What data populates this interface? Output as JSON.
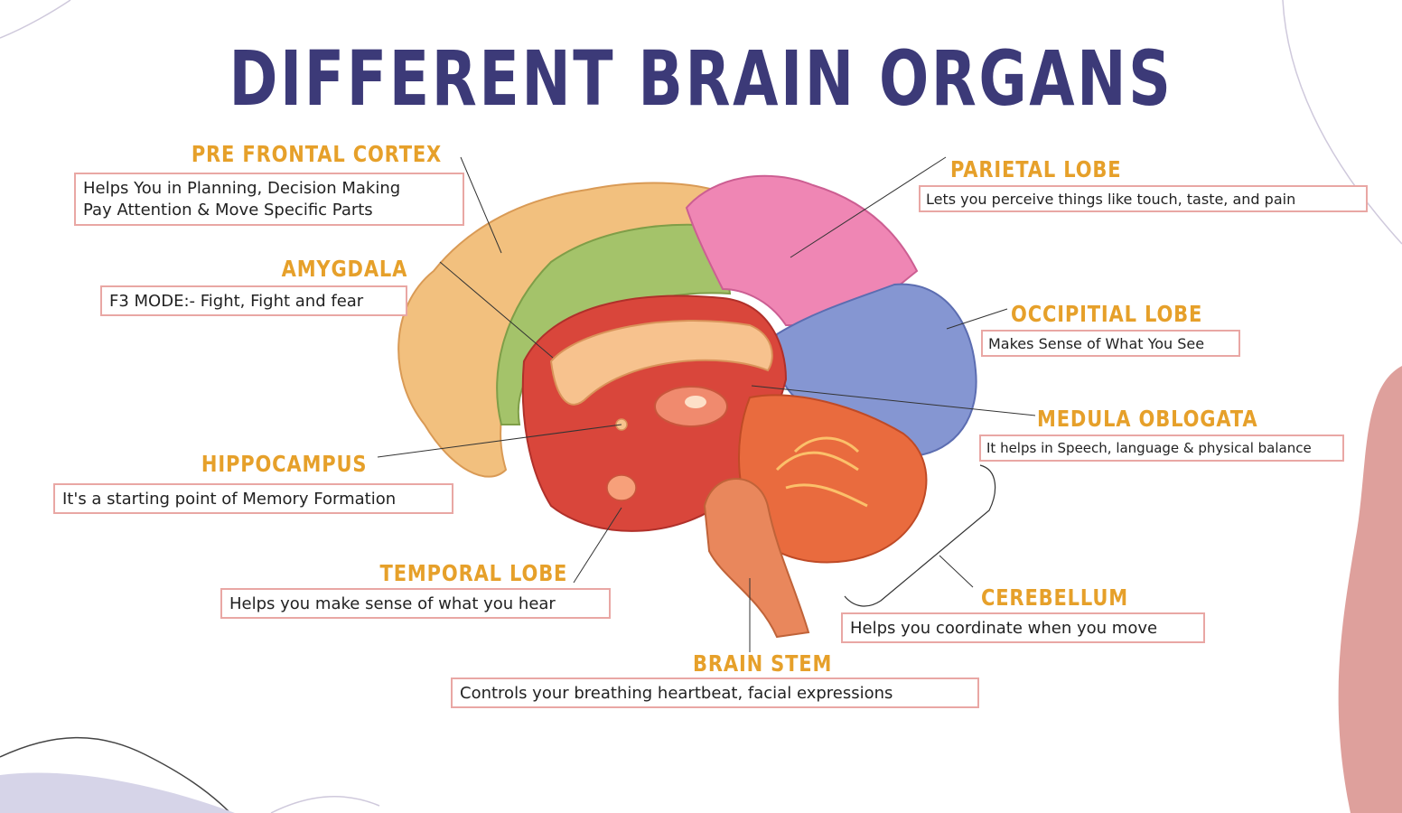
{
  "title": "DIFFERENT BRAIN ORGANS",
  "organs": [
    {
      "name": "PRE FRONTAL CORTEX",
      "description_lines": [
        "Helps You in Planning, Decision Making",
        "Pay Attention & Move Specific Parts"
      ]
    },
    {
      "name": "AMYGDALA",
      "description": "F3 MODE:- Fight, Fight and fear"
    },
    {
      "name": "HIPPOCAMPUS",
      "description": "It's a starting point of Memory Formation"
    },
    {
      "name": "TEMPORAL LOBE",
      "description": "Helps you make sense of what you hear"
    },
    {
      "name": "BRAIN STEM",
      "description": "Controls your breathing heartbeat, facial expressions"
    },
    {
      "name": "CEREBELLUM",
      "description": "Helps you coordinate when you move"
    },
    {
      "name": "MEDULA OBLOGATA",
      "description": "It helps in Speech, language & physical balance"
    },
    {
      "name": "OCCIPITIAL LOBE",
      "description": "Makes Sense of What You See"
    },
    {
      "name": "PARIETAL LOBE",
      "description": "Lets you perceive things like touch, taste, and pain"
    }
  ],
  "colors": {
    "title": "#3c3a78",
    "label": "#e6a02a",
    "box_border": "#e9a7a4",
    "frontal": "#f2c07e",
    "prefrontal_green": "#a4c36a",
    "parietal": "#ef86b4",
    "occipital": "#8596d2",
    "inner_red": "#d9463b",
    "cerebellum": "#e96b3e",
    "stem": "#e9875c",
    "corner_blob": "#dea09c"
  }
}
